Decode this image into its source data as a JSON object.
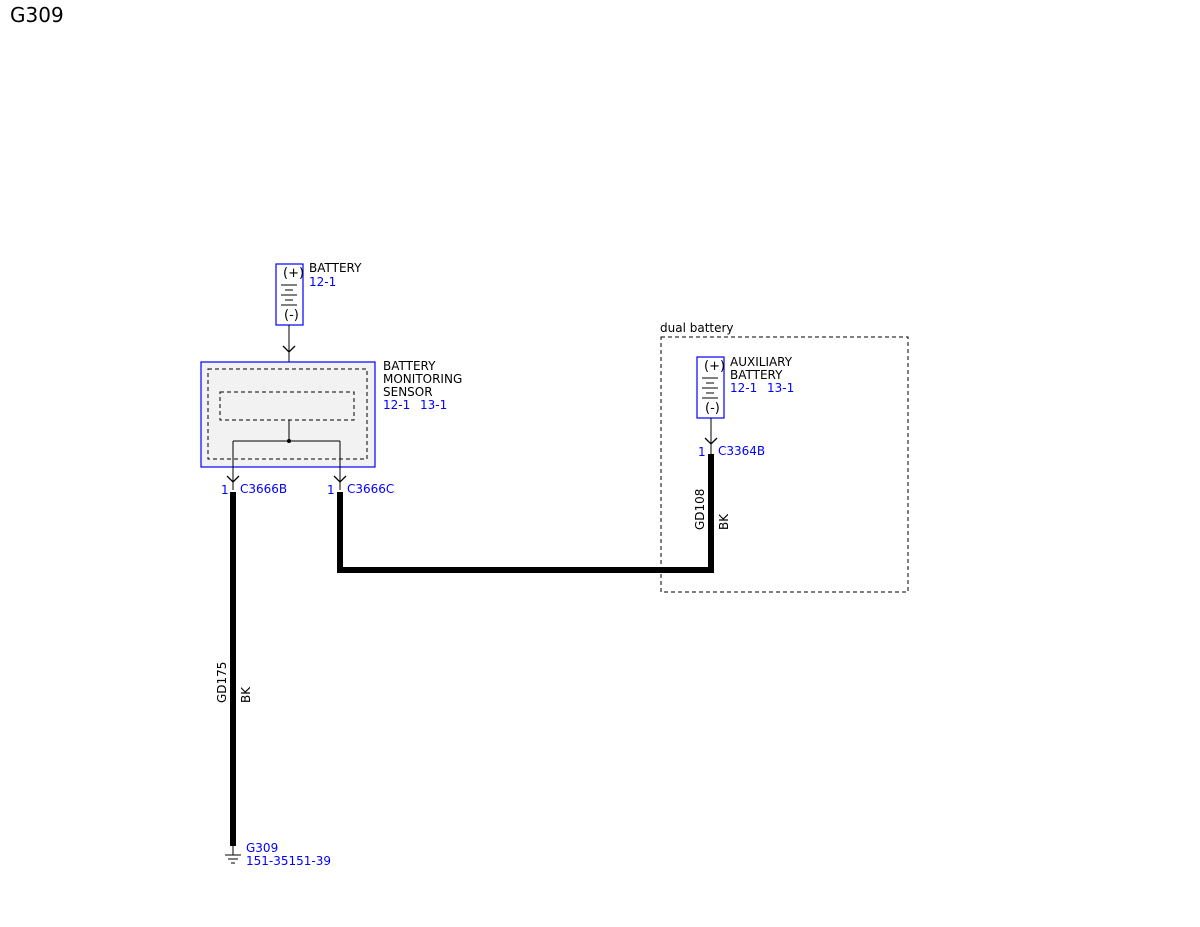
{
  "page_title": "G309",
  "battery": {
    "name": "BATTERY",
    "ref": "12-1",
    "plus": "(+)",
    "minus": "(-)"
  },
  "sensor": {
    "name_lines": [
      "BATTERY",
      "MONITORING",
      "SENSOR"
    ],
    "ref1": "12-1",
    "ref2": "13-1"
  },
  "dual_battery": {
    "label": "dual battery",
    "aux_battery": {
      "name_lines": [
        "AUXILIARY",
        "BATTERY"
      ],
      "ref1": "12-1",
      "ref2": "13-1",
      "plus": "(+)",
      "minus": "(-)"
    }
  },
  "connectors": [
    {
      "pin": "1",
      "name": "C3666B"
    },
    {
      "pin": "1",
      "name": "C3666C"
    },
    {
      "pin": "1",
      "name": "C3364B"
    }
  ],
  "wires": [
    {
      "circuit": "GD175",
      "color": "BK"
    },
    {
      "circuit": "GD108",
      "color": "BK"
    }
  ],
  "ground": {
    "name": "G309",
    "ref": "151-35151-39"
  },
  "colors": {
    "link": "#0000ff",
    "line": "#000000",
    "module_fill": "#f2f2f2"
  }
}
